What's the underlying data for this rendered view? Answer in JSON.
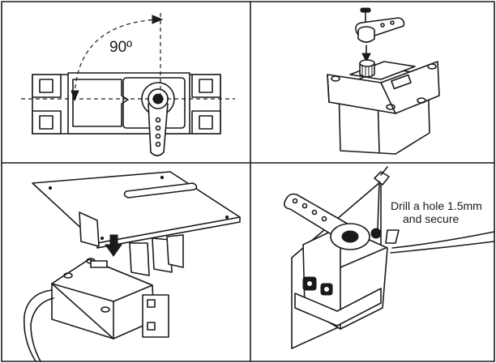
{
  "panels": {
    "top_left": {
      "angle_label": "90º"
    },
    "bottom_right": {
      "note_line1": "Drill a hole 1.5mm",
      "note_line2": "and secure"
    }
  },
  "colors": {
    "ink": "#1a1a1a",
    "paper": "#ffffff"
  }
}
